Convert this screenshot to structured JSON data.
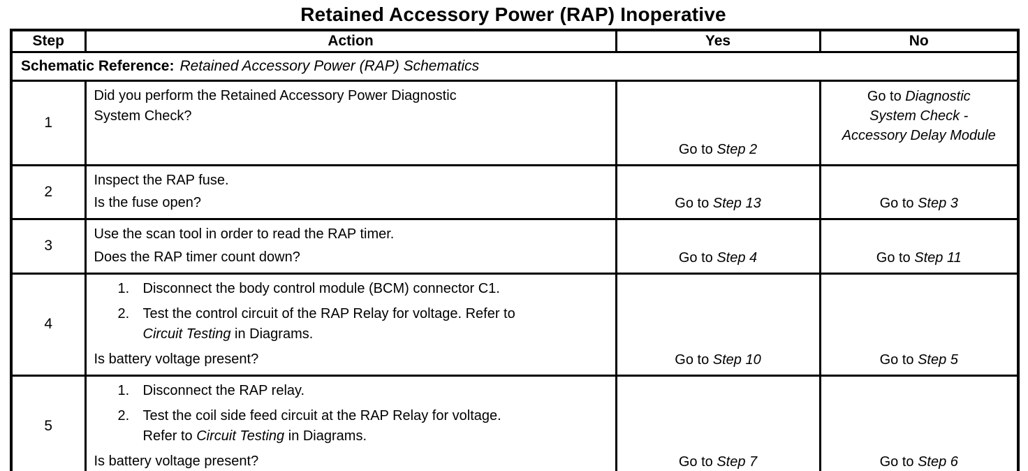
{
  "title": "Retained Accessory Power (RAP) Inoperative",
  "columns": {
    "step": "Step",
    "action": "Action",
    "yes": "Yes",
    "no": "No"
  },
  "schematic_reference": {
    "label": "Schematic Reference:",
    "value": "Retained Accessory Power (RAP) Schematics"
  },
  "rows": [
    {
      "step": "1",
      "action": {
        "blocks": [
          {
            "type": "text",
            "lines": [
              [
                {
                  "t": "Did you perform the Retained Accessory Power Diagnostic"
                }
              ],
              [
                {
                  "t": "System Check?"
                }
              ]
            ]
          }
        ],
        "question": null
      },
      "yes": {
        "lines": [
          [
            {
              "t": "Go to "
            },
            {
              "t": "Step 2",
              "i": true
            }
          ]
        ]
      },
      "no": {
        "lines": [
          [
            {
              "t": "Go to "
            },
            {
              "t": "Diagnostic",
              "i": true
            }
          ],
          [
            {
              "t": "System Check -",
              "i": true
            }
          ],
          [
            {
              "t": "Accessory Delay Module",
              "i": true
            }
          ]
        ]
      }
    },
    {
      "step": "2",
      "action": {
        "blocks": [
          {
            "type": "text",
            "lines": [
              [
                {
                  "t": "Inspect the RAP fuse."
                }
              ]
            ]
          }
        ],
        "question": [
          [
            {
              "t": "Is the fuse open?"
            }
          ]
        ]
      },
      "yes": {
        "lines": [
          [
            {
              "t": "Go to "
            },
            {
              "t": "Step 13",
              "i": true
            }
          ]
        ]
      },
      "no": {
        "lines": [
          [
            {
              "t": "Go to "
            },
            {
              "t": "Step 3",
              "i": true
            }
          ]
        ]
      }
    },
    {
      "step": "3",
      "action": {
        "blocks": [
          {
            "type": "text",
            "lines": [
              [
                {
                  "t": "Use the scan tool in order to read the RAP timer."
                }
              ]
            ]
          }
        ],
        "question": [
          [
            {
              "t": "Does the RAP timer count down?"
            }
          ]
        ]
      },
      "yes": {
        "lines": [
          [
            {
              "t": "Go to "
            },
            {
              "t": "Step 4",
              "i": true
            }
          ]
        ]
      },
      "no": {
        "lines": [
          [
            {
              "t": "Go to "
            },
            {
              "t": "Step 11",
              "i": true
            }
          ]
        ]
      }
    },
    {
      "step": "4",
      "action": {
        "blocks": [
          {
            "type": "numbered",
            "num": "1.",
            "lines": [
              [
                {
                  "t": "Disconnect the body control module (BCM) connector C1."
                }
              ]
            ]
          },
          {
            "type": "numbered",
            "num": "2.",
            "lines": [
              [
                {
                  "t": "Test the control circuit of the RAP Relay for voltage. Refer to"
                }
              ],
              [
                {
                  "t": "Circuit Testing",
                  "i": true
                },
                {
                  "t": " in Diagrams."
                }
              ]
            ]
          }
        ],
        "question": [
          [
            {
              "t": "Is battery voltage present?"
            }
          ]
        ]
      },
      "yes": {
        "lines": [
          [
            {
              "t": "Go to "
            },
            {
              "t": "Step 10",
              "i": true
            }
          ]
        ]
      },
      "no": {
        "lines": [
          [
            {
              "t": "Go to "
            },
            {
              "t": "Step 5",
              "i": true
            }
          ]
        ]
      }
    },
    {
      "step": "5",
      "action": {
        "blocks": [
          {
            "type": "numbered",
            "num": "1.",
            "lines": [
              [
                {
                  "t": "Disconnect the RAP relay."
                }
              ]
            ]
          },
          {
            "type": "numbered",
            "num": "2.",
            "lines": [
              [
                {
                  "t": "Test the coil side feed circuit at the RAP Relay for voltage."
                }
              ],
              [
                {
                  "t": "Refer to "
                },
                {
                  "t": "Circuit Testing",
                  "i": true
                },
                {
                  "t": " in Diagrams."
                }
              ]
            ]
          }
        ],
        "question": [
          [
            {
              "t": "Is battery voltage present?"
            }
          ]
        ]
      },
      "yes": {
        "lines": [
          [
            {
              "t": "Go to "
            },
            {
              "t": "Step 7",
              "i": true
            }
          ]
        ]
      },
      "no": {
        "lines": [
          [
            {
              "t": "Go to "
            },
            {
              "t": "Step 6",
              "i": true
            }
          ]
        ]
      }
    }
  ]
}
